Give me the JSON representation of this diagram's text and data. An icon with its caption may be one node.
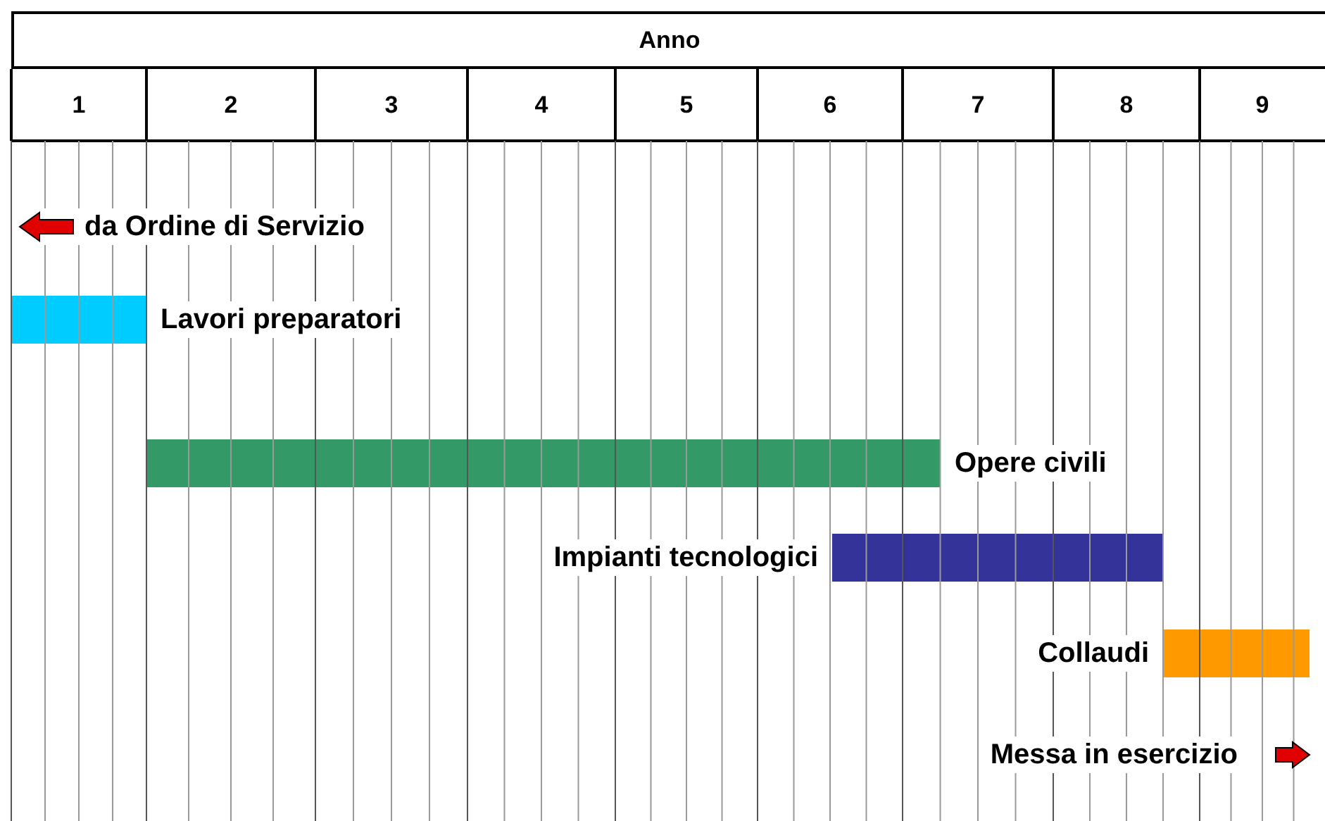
{
  "diagram": {
    "title": "Anno",
    "nodes": [
      {
        "text": [],
        "shape": "bar",
        "beside": [
          "Lavori preparatori"
        ]
      },
      {
        "text": [],
        "shape": "bar",
        "beside": [
          "Opere civili"
        ]
      },
      {
        "text": [],
        "shape": "bar",
        "beside": [
          "Impianti tecnologici"
        ]
      },
      {
        "text": [],
        "shape": "bar",
        "beside": [
          "Collaudi"
        ]
      }
    ],
    "labels": [
      "1",
      "2",
      "3",
      "4",
      "5",
      "6",
      "7",
      "8",
      "9",
      "da Ordine di Servizio",
      "Messa in esercizio"
    ]
  }
}
